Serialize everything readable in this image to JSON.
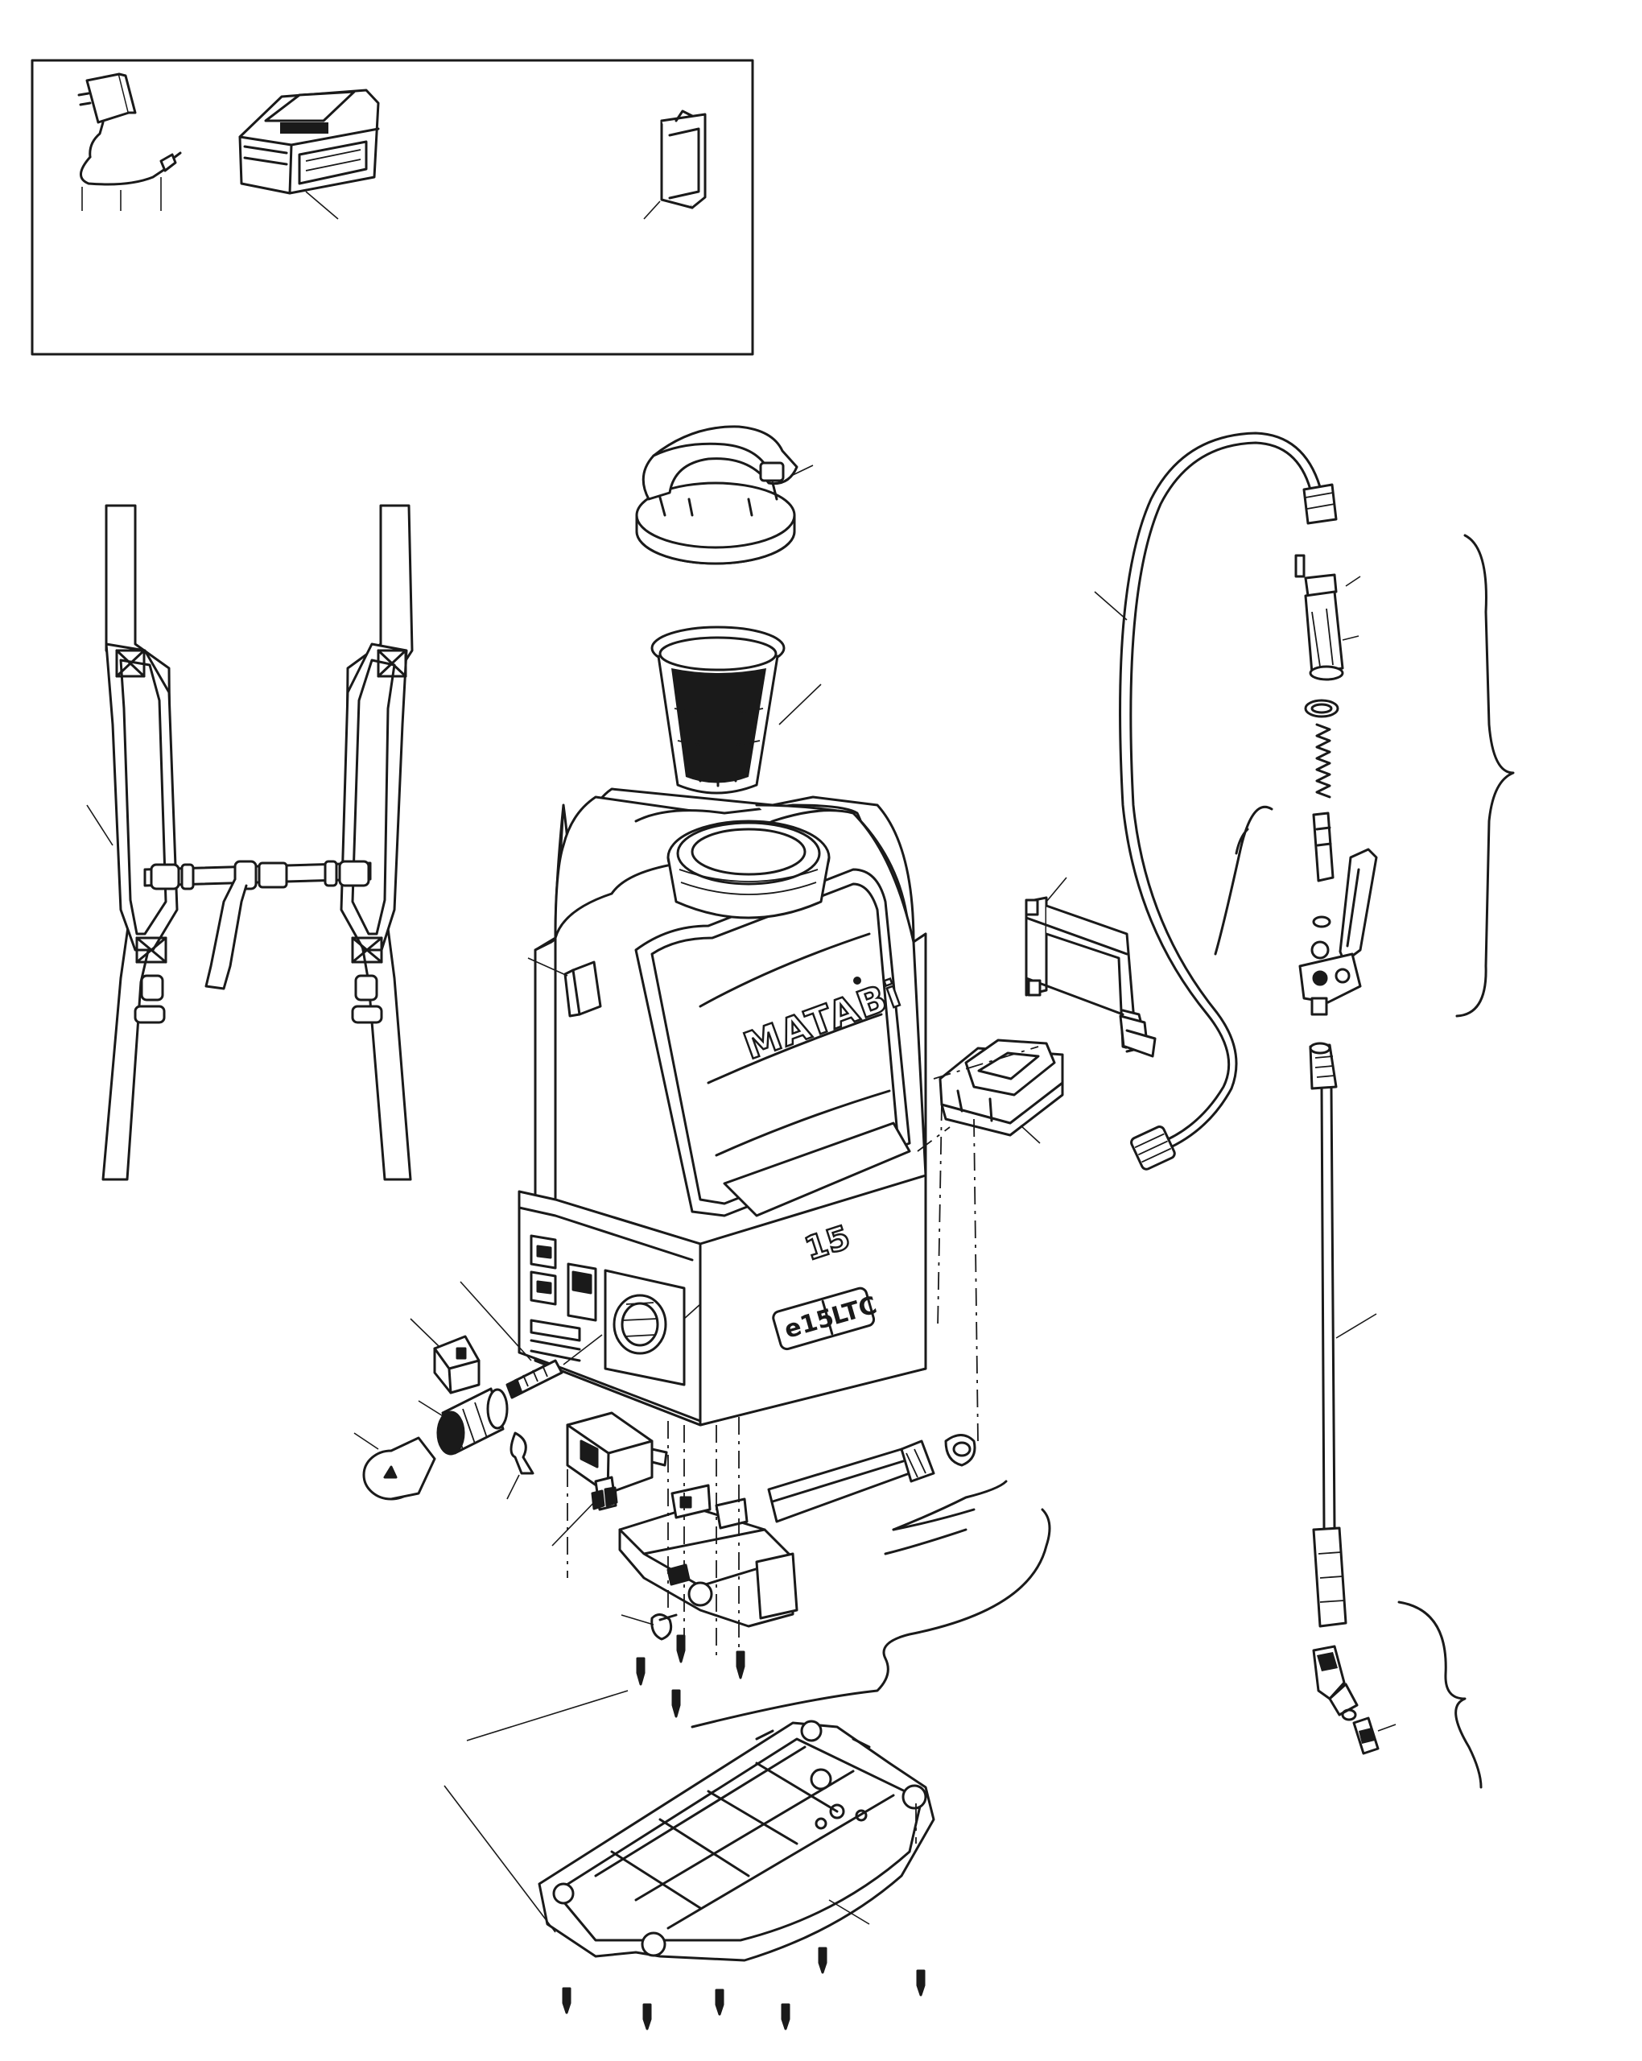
{
  "brand": {
    "logo": "MATABi",
    "capacity_mark": "15",
    "model_badge_left": "e15",
    "model_badge_right": "LTC"
  },
  "icons": [
    "charger-icon",
    "battery-icon",
    "manual-card-icon"
  ],
  "colors": {
    "line": "#1a1a1a",
    "background": "#ffffff"
  }
}
